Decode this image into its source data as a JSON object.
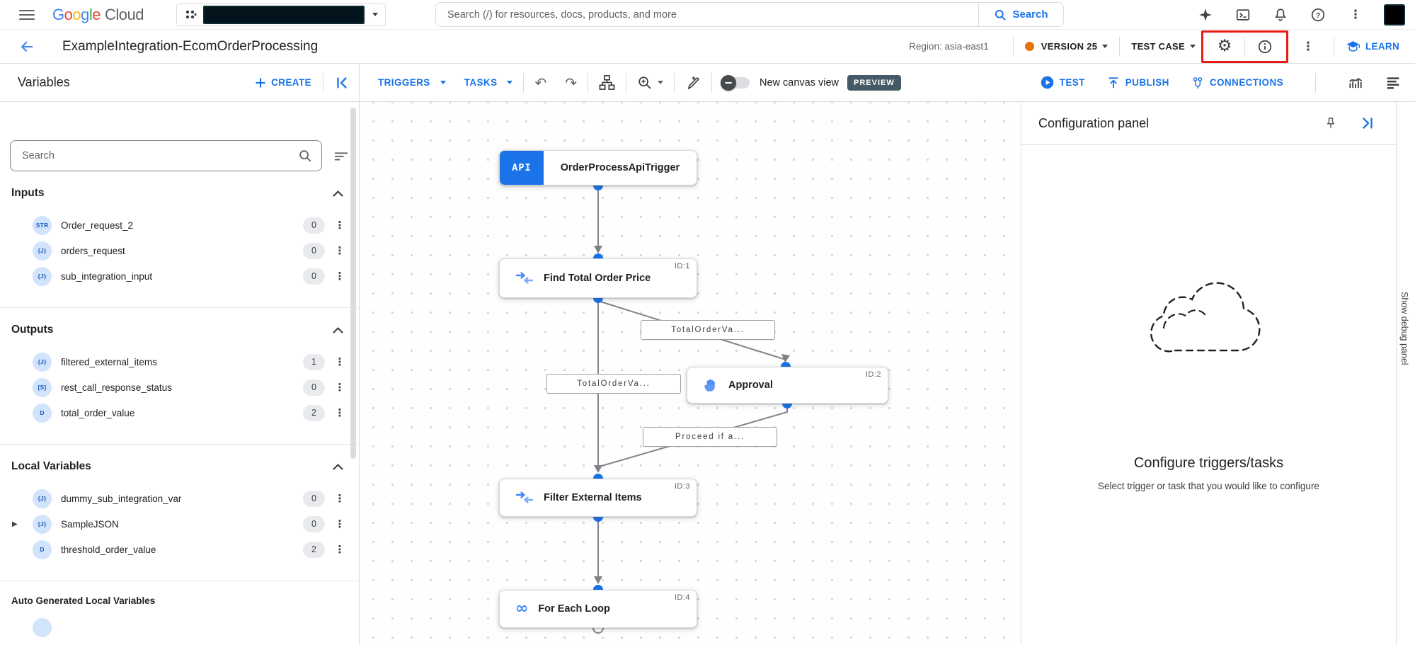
{
  "colors": {
    "accent": "#1a73e8",
    "version_dot": "#e8710a",
    "preview_badge_bg": "#455a64",
    "highlight_red": "#ea1b12",
    "badge_bg": "#d2e3fc",
    "badge_text": "#1b5cb8"
  },
  "topbar": {
    "logo": {
      "google_letters": [
        "G",
        "o",
        "o",
        "g",
        "l",
        "e"
      ],
      "google_colors": [
        "#4285F4",
        "#EA4335",
        "#FBBC05",
        "#4285F4",
        "#34A853",
        "#EA4335"
      ],
      "cloud_word": "Cloud"
    },
    "search": {
      "placeholder": "Search (/) for resources, docs, products, and more",
      "button_label": "Search"
    }
  },
  "header": {
    "title": "ExampleIntegration-EcomOrderProcessing",
    "region_label": "Region: asia-east1",
    "version_label": "VERSION 25",
    "test_case_label": "TEST CASE",
    "learn_label": "LEARN"
  },
  "panel": {
    "title": "Variables",
    "create_label": "CREATE"
  },
  "toolbar": {
    "triggers_label": "TRIGGERS",
    "tasks_label": "TASKS",
    "canvas_toggle_label": "New canvas view",
    "preview_badge": "PREVIEW",
    "test_label": "TEST",
    "publish_label": "PUBLISH",
    "connections_label": "CONNECTIONS"
  },
  "sidebar": {
    "search_placeholder": "Search",
    "sections": [
      {
        "title": "Inputs",
        "items": [
          {
            "type": "STR",
            "name": "Order_request_2",
            "count": "0",
            "expandable": false
          },
          {
            "type": "{J}",
            "name": "orders_request",
            "count": "0",
            "expandable": false
          },
          {
            "type": "{J}",
            "name": "sub_integration_input",
            "count": "0",
            "expandable": false
          }
        ]
      },
      {
        "title": "Outputs",
        "items": [
          {
            "type": "{J}",
            "name": "filtered_external_items",
            "count": "1",
            "expandable": false
          },
          {
            "type": "[S]",
            "name": "rest_call_response_status",
            "count": "0",
            "expandable": false
          },
          {
            "type": "D",
            "name": "total_order_value",
            "count": "2",
            "expandable": false
          }
        ]
      },
      {
        "title": "Local Variables",
        "items": [
          {
            "type": "{J}",
            "name": "dummy_sub_integration_var",
            "count": "0",
            "expandable": false
          },
          {
            "type": "{J}",
            "name": "SampleJSON",
            "count": "0",
            "expandable": true
          },
          {
            "type": "D",
            "name": "threshold_order_value",
            "count": "2",
            "expandable": false
          }
        ]
      }
    ],
    "footer_heading": "Auto Generated Local Variables"
  },
  "canvas": {
    "nodes": [
      {
        "label": "OrderProcessApiTrigger",
        "badge": "API",
        "id_label": ""
      },
      {
        "label": "Find Total Order Price",
        "id_label": "ID:1"
      },
      {
        "label": "Approval",
        "id_label": "ID:2"
      },
      {
        "label": "Filter External Items",
        "id_label": "ID:3"
      },
      {
        "label": "For Each Loop",
        "id_label": "ID:4"
      }
    ],
    "edge_labels": [
      {
        "text": "TotalOrderVa..."
      },
      {
        "text": "TotalOrderVa..."
      },
      {
        "text": "Proceed if a..."
      }
    ]
  },
  "config_panel": {
    "title": "Configuration panel",
    "empty_state_title": "Configure triggers/tasks",
    "empty_state_subtitle": "Select trigger or task that you would like to configure"
  },
  "debug_panel": {
    "label": "Show debug panel"
  }
}
